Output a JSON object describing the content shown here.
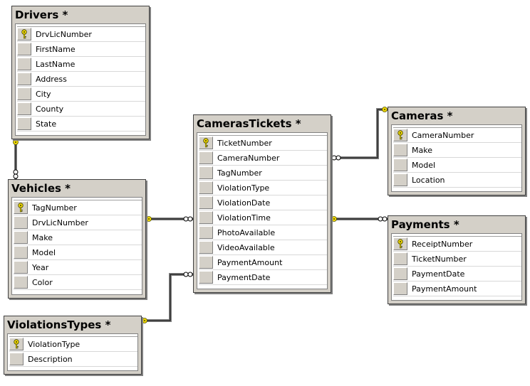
{
  "diagram": {
    "tables": [
      {
        "id": "drivers",
        "title": "Drivers *",
        "columns": [
          {
            "name": "DrvLicNumber",
            "pk": true
          },
          {
            "name": "FirstName"
          },
          {
            "name": "LastName"
          },
          {
            "name": "Address"
          },
          {
            "name": "City"
          },
          {
            "name": "County"
          },
          {
            "name": "State"
          }
        ]
      },
      {
        "id": "vehicles",
        "title": "Vehicles *",
        "columns": [
          {
            "name": "TagNumber",
            "pk": true
          },
          {
            "name": "DrvLicNumber"
          },
          {
            "name": "Make"
          },
          {
            "name": "Model"
          },
          {
            "name": "Year"
          },
          {
            "name": "Color"
          }
        ]
      },
      {
        "id": "violations-types",
        "title": "ViolationsTypes *",
        "columns": [
          {
            "name": "ViolationType",
            "pk": true
          },
          {
            "name": "Description"
          }
        ]
      },
      {
        "id": "cameras-tickets",
        "title": "CamerasTickets *",
        "columns": [
          {
            "name": "TicketNumber",
            "pk": true
          },
          {
            "name": "CameraNumber"
          },
          {
            "name": "TagNumber"
          },
          {
            "name": "ViolationType"
          },
          {
            "name": "ViolationDate"
          },
          {
            "name": "ViolationTime"
          },
          {
            "name": "PhotoAvailable"
          },
          {
            "name": "VideoAvailable"
          },
          {
            "name": "PaymentAmount"
          },
          {
            "name": "PaymentDate"
          }
        ]
      },
      {
        "id": "cameras",
        "title": "Cameras *",
        "columns": [
          {
            "name": "CameraNumber",
            "pk": true
          },
          {
            "name": "Make"
          },
          {
            "name": "Model"
          },
          {
            "name": "Location"
          }
        ]
      },
      {
        "id": "payments",
        "title": "Payments *",
        "columns": [
          {
            "name": "ReceiptNumber",
            "pk": true
          },
          {
            "name": "TicketNumber"
          },
          {
            "name": "PaymentDate"
          },
          {
            "name": "PaymentAmount"
          }
        ]
      }
    ],
    "relationships": [
      {
        "id": "drivers-vehicles",
        "one": "drivers",
        "many": "vehicles"
      },
      {
        "id": "vehicles-cameras-tickets",
        "one": "vehicles",
        "many": "cameras-tickets"
      },
      {
        "id": "violations-types-cameras-tickets",
        "one": "violations-types",
        "many": "cameras-tickets"
      },
      {
        "id": "cameras-cameras-tickets",
        "one": "cameras",
        "many": "cameras-tickets"
      },
      {
        "id": "cameras-tickets-payments",
        "one": "cameras-tickets",
        "many": "payments"
      }
    ],
    "colors": {
      "key_icon": "#f0d800",
      "connector": "#808080",
      "header": "#d4d0c8"
    }
  }
}
